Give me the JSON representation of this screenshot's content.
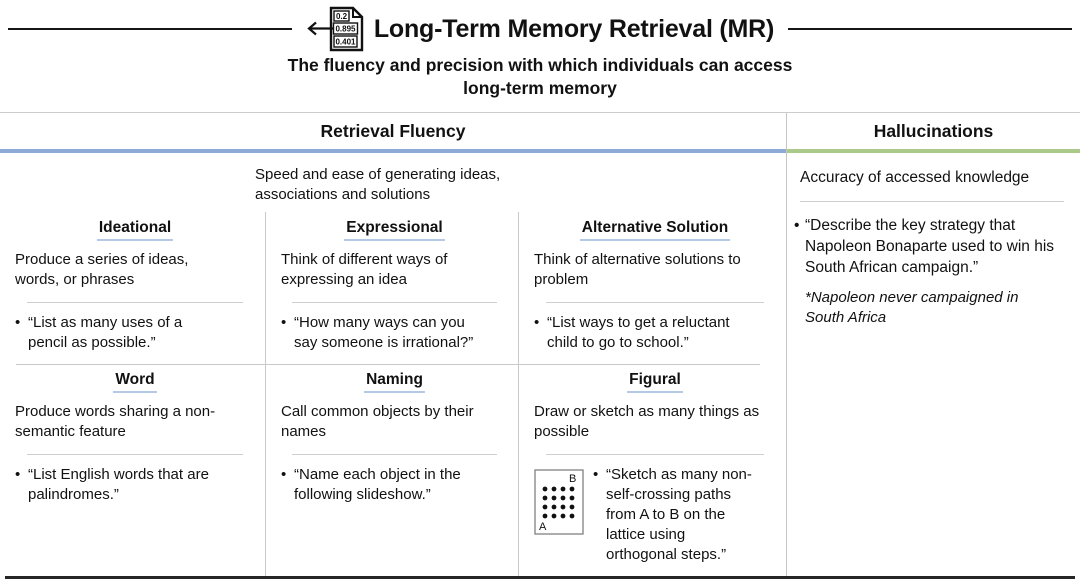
{
  "colors": {
    "fluency_accent": "#8caad5",
    "hallucination_accent": "#abc989"
  },
  "header": {
    "title": "Long-Term Memory Retrieval (MR)",
    "subtitle_line1": "The fluency and precision with which individuals can access",
    "subtitle_line2": "long-term memory",
    "icon_values": {
      "top": "0.2",
      "middle": "0.895",
      "bottom": "0.401"
    }
  },
  "retrieval_fluency": {
    "title": "Retrieval Fluency",
    "description_line1": "Speed and ease of generating ideas,",
    "description_line2": "associations and solutions",
    "cells": [
      {
        "title": "Ideational",
        "description": "Produce a series of ideas, words, or phrases",
        "example": "“List as many uses of a pencil as possible.”"
      },
      {
        "title": "Expressional",
        "description": "Think of different ways of expressing an idea",
        "example": "“How many ways can you say someone is irrational?”"
      },
      {
        "title": "Alternative Solution",
        "description": "Think of alternative solutions to problem",
        "example": "“List ways to get a reluctant child to go to school.”"
      },
      {
        "title": "Word",
        "description": "Produce words sharing a non-semantic feature",
        "example": "“List English words that are palindromes.”"
      },
      {
        "title": "Naming",
        "description": "Call common objects by their names",
        "example": "“Name each object in the following slideshow.”"
      },
      {
        "title": "Figural",
        "description": "Draw or sketch as many things as possible",
        "example": "“Sketch as many non-self-crossing paths from A to B on the lattice using orthogonal steps.”",
        "lattice": {
          "label_top": "B",
          "label_bottom": "A"
        }
      }
    ]
  },
  "hallucinations": {
    "title": "Hallucinations",
    "description": "Accuracy of accessed knowledge",
    "example": "“Describe the key strategy that Napoleon Bonaparte used to win his South African campaign.”",
    "note": "*Napoleon never campaigned in South Africa"
  }
}
